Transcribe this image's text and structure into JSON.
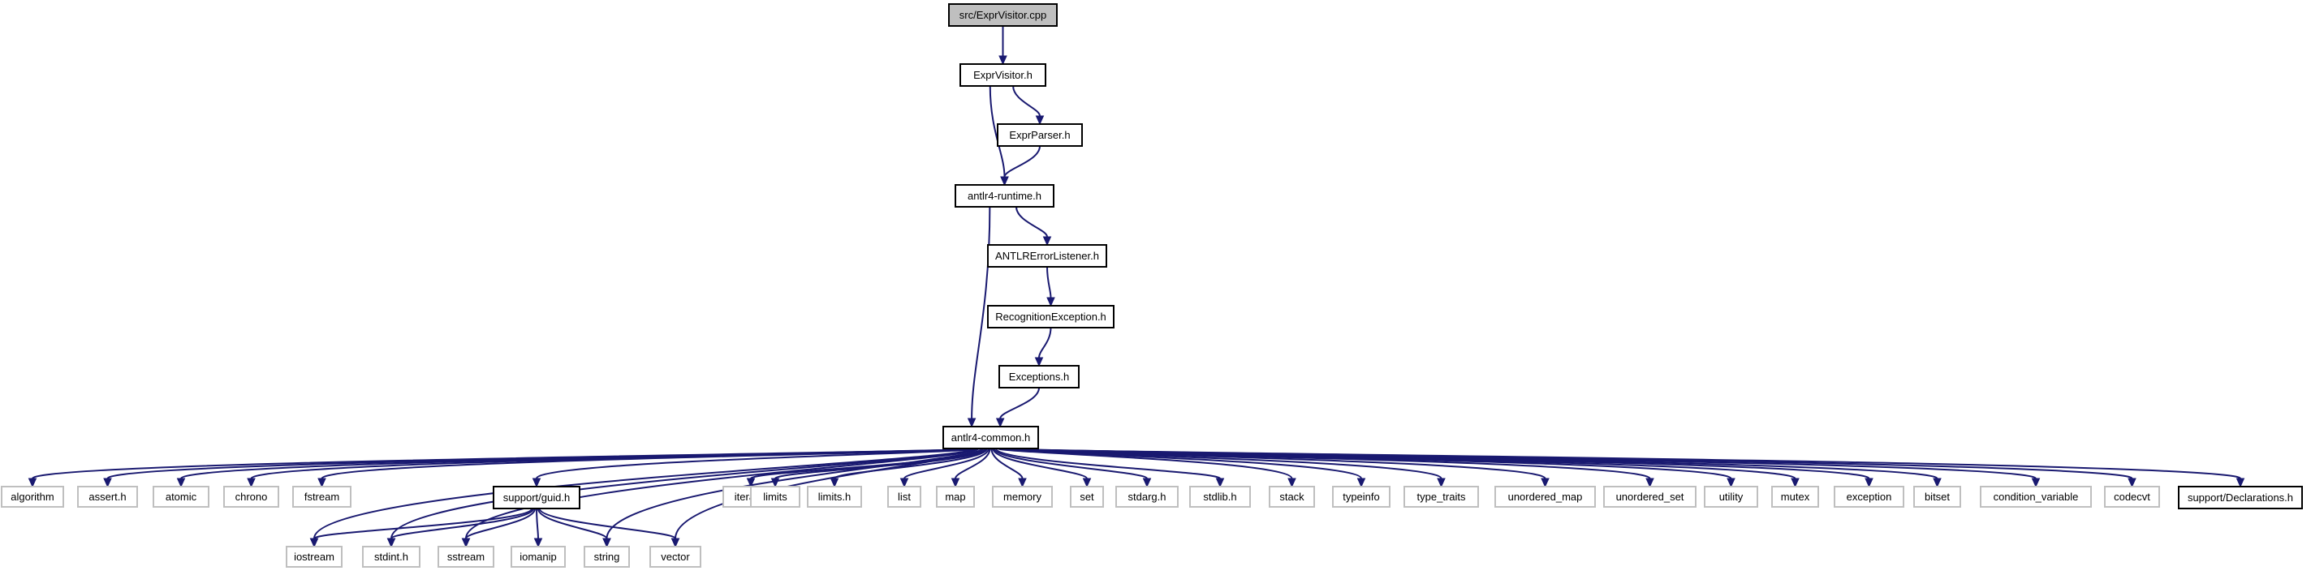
{
  "colors": {
    "background": "#ffffff",
    "edge": "#191970",
    "root_fill": "#bfbfbf",
    "node_fill": "#ffffff",
    "node_border": "#000000",
    "external_border": "#bfbfbf"
  },
  "nodes": [
    {
      "id": "root",
      "label": "src/ExprVisitor.cpp",
      "kind": "root"
    },
    {
      "id": "exprvisitor_h",
      "label": "ExprVisitor.h",
      "kind": "internal"
    },
    {
      "id": "exprparser_h",
      "label": "ExprParser.h",
      "kind": "internal"
    },
    {
      "id": "antlr4_runtime_h",
      "label": "antlr4-runtime.h",
      "kind": "internal"
    },
    {
      "id": "antlrerrorlistener_h",
      "label": "ANTLRErrorListener.h",
      "kind": "internal"
    },
    {
      "id": "recognitionexception_h",
      "label": "RecognitionException.h",
      "kind": "internal"
    },
    {
      "id": "exceptions_h",
      "label": "Exceptions.h",
      "kind": "internal"
    },
    {
      "id": "antlr4_common_h",
      "label": "antlr4-common.h",
      "kind": "internal"
    },
    {
      "id": "algorithm",
      "label": "algorithm",
      "kind": "external"
    },
    {
      "id": "assert_h",
      "label": "assert.h",
      "kind": "external"
    },
    {
      "id": "atomic",
      "label": "atomic",
      "kind": "external"
    },
    {
      "id": "chrono",
      "label": "chrono",
      "kind": "external"
    },
    {
      "id": "fstream",
      "label": "fstream",
      "kind": "external"
    },
    {
      "id": "support_guid_h",
      "label": "support/guid.h",
      "kind": "internal"
    },
    {
      "id": "iterator",
      "label": "iterator",
      "kind": "external"
    },
    {
      "id": "limits",
      "label": "limits",
      "kind": "external"
    },
    {
      "id": "limits_h",
      "label": "limits.h",
      "kind": "external"
    },
    {
      "id": "list",
      "label": "list",
      "kind": "external"
    },
    {
      "id": "map",
      "label": "map",
      "kind": "external"
    },
    {
      "id": "memory",
      "label": "memory",
      "kind": "external"
    },
    {
      "id": "set",
      "label": "set",
      "kind": "external"
    },
    {
      "id": "stdarg_h",
      "label": "stdarg.h",
      "kind": "external"
    },
    {
      "id": "stdlib_h",
      "label": "stdlib.h",
      "kind": "external"
    },
    {
      "id": "stack",
      "label": "stack",
      "kind": "external"
    },
    {
      "id": "typeinfo",
      "label": "typeinfo",
      "kind": "external"
    },
    {
      "id": "type_traits",
      "label": "type_traits",
      "kind": "external"
    },
    {
      "id": "unordered_map",
      "label": "unordered_map",
      "kind": "external"
    },
    {
      "id": "unordered_set",
      "label": "unordered_set",
      "kind": "external"
    },
    {
      "id": "utility",
      "label": "utility",
      "kind": "external"
    },
    {
      "id": "mutex",
      "label": "mutex",
      "kind": "external"
    },
    {
      "id": "exception",
      "label": "exception",
      "kind": "external"
    },
    {
      "id": "bitset",
      "label": "bitset",
      "kind": "external"
    },
    {
      "id": "condition_variable",
      "label": "condition_variable",
      "kind": "external"
    },
    {
      "id": "codecvt",
      "label": "codecvt",
      "kind": "external"
    },
    {
      "id": "support_declarations_h",
      "label": "support/Declarations.h",
      "kind": "internal"
    },
    {
      "id": "iostream",
      "label": "iostream",
      "kind": "external"
    },
    {
      "id": "stdint_h",
      "label": "stdint.h",
      "kind": "external"
    },
    {
      "id": "sstream",
      "label": "sstream",
      "kind": "external"
    },
    {
      "id": "iomanip",
      "label": "iomanip",
      "kind": "external"
    },
    {
      "id": "string",
      "label": "string",
      "kind": "external"
    },
    {
      "id": "vector",
      "label": "vector",
      "kind": "external"
    }
  ],
  "edges": [
    {
      "from": "root",
      "to": "exprvisitor_h"
    },
    {
      "from": "exprvisitor_h",
      "to": "exprparser_h"
    },
    {
      "from": "exprvisitor_h",
      "to": "antlr4_runtime_h"
    },
    {
      "from": "exprparser_h",
      "to": "antlr4_runtime_h"
    },
    {
      "from": "antlr4_runtime_h",
      "to": "antlrerrorlistener_h"
    },
    {
      "from": "antlr4_runtime_h",
      "to": "antlr4_common_h"
    },
    {
      "from": "antlrerrorlistener_h",
      "to": "recognitionexception_h"
    },
    {
      "from": "recognitionexception_h",
      "to": "exceptions_h"
    },
    {
      "from": "exceptions_h",
      "to": "antlr4_common_h"
    },
    {
      "from": "antlr4_common_h",
      "to": "algorithm"
    },
    {
      "from": "antlr4_common_h",
      "to": "assert_h"
    },
    {
      "from": "antlr4_common_h",
      "to": "atomic"
    },
    {
      "from": "antlr4_common_h",
      "to": "chrono"
    },
    {
      "from": "antlr4_common_h",
      "to": "fstream"
    },
    {
      "from": "antlr4_common_h",
      "to": "support_guid_h"
    },
    {
      "from": "antlr4_common_h",
      "to": "iterator"
    },
    {
      "from": "antlr4_common_h",
      "to": "limits"
    },
    {
      "from": "antlr4_common_h",
      "to": "limits_h"
    },
    {
      "from": "antlr4_common_h",
      "to": "list"
    },
    {
      "from": "antlr4_common_h",
      "to": "map"
    },
    {
      "from": "antlr4_common_h",
      "to": "memory"
    },
    {
      "from": "antlr4_common_h",
      "to": "set"
    },
    {
      "from": "antlr4_common_h",
      "to": "stdarg_h"
    },
    {
      "from": "antlr4_common_h",
      "to": "stdlib_h"
    },
    {
      "from": "antlr4_common_h",
      "to": "stack"
    },
    {
      "from": "antlr4_common_h",
      "to": "typeinfo"
    },
    {
      "from": "antlr4_common_h",
      "to": "type_traits"
    },
    {
      "from": "antlr4_common_h",
      "to": "unordered_map"
    },
    {
      "from": "antlr4_common_h",
      "to": "unordered_set"
    },
    {
      "from": "antlr4_common_h",
      "to": "utility"
    },
    {
      "from": "antlr4_common_h",
      "to": "mutex"
    },
    {
      "from": "antlr4_common_h",
      "to": "exception"
    },
    {
      "from": "antlr4_common_h",
      "to": "bitset"
    },
    {
      "from": "antlr4_common_h",
      "to": "condition_variable"
    },
    {
      "from": "antlr4_common_h",
      "to": "codecvt"
    },
    {
      "from": "antlr4_common_h",
      "to": "support_declarations_h"
    },
    {
      "from": "antlr4_common_h",
      "to": "iostream"
    },
    {
      "from": "antlr4_common_h",
      "to": "stdint_h"
    },
    {
      "from": "antlr4_common_h",
      "to": "sstream"
    },
    {
      "from": "antlr4_common_h",
      "to": "string"
    },
    {
      "from": "antlr4_common_h",
      "to": "vector"
    },
    {
      "from": "support_guid_h",
      "to": "iostream"
    },
    {
      "from": "support_guid_h",
      "to": "stdint_h"
    },
    {
      "from": "support_guid_h",
      "to": "sstream"
    },
    {
      "from": "support_guid_h",
      "to": "iomanip"
    },
    {
      "from": "support_guid_h",
      "to": "string"
    },
    {
      "from": "support_guid_h",
      "to": "vector"
    }
  ]
}
